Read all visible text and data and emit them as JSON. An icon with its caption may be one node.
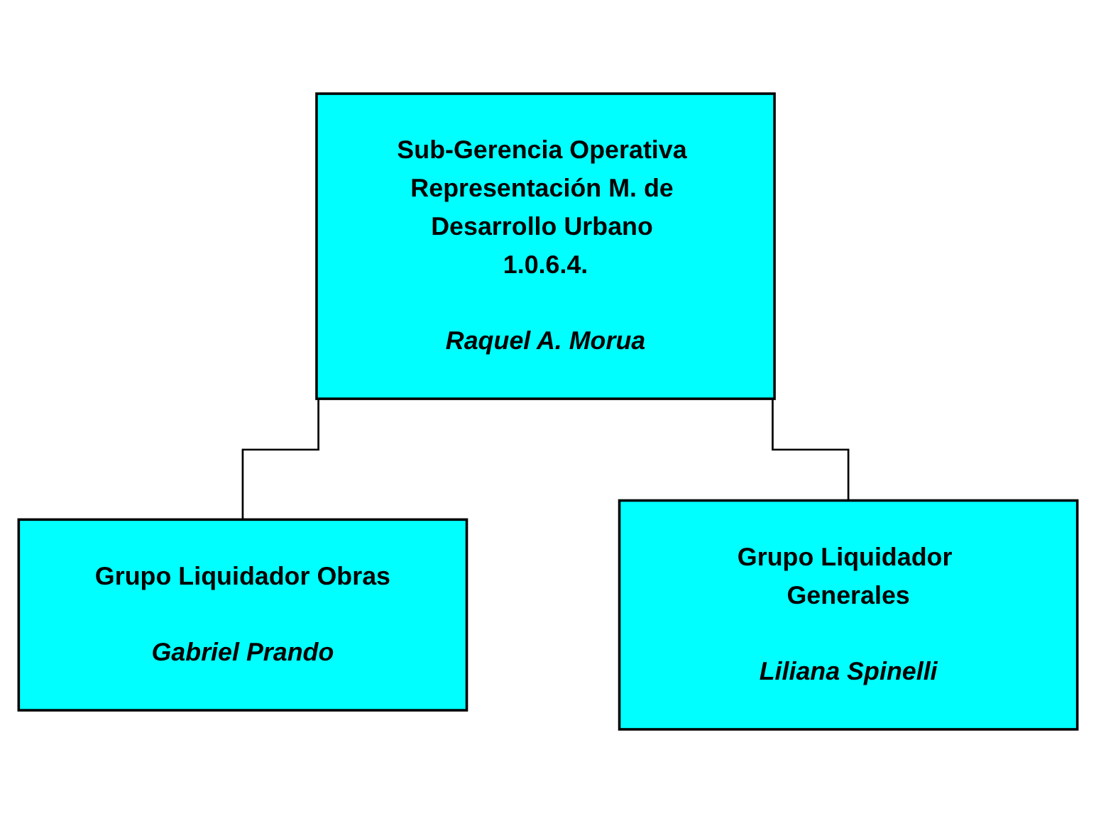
{
  "diagram": {
    "nodes": [
      {
        "text": [
          "Sub-Gerencia Operativa Representación M. de Desarrollo Urbano 1.0.6.4.",
          "Raquel A. Morua"
        ]
      },
      {
        "text": [
          "Grupo Liquidador Obras",
          "Gabriel Prando"
        ]
      },
      {
        "text": [
          "Grupo Liquidador Generales",
          "Liliana Spinelli"
        ]
      }
    ],
    "edges": [
      {
        "from": 0,
        "to": 1,
        "arrow": "none"
      },
      {
        "from": 0,
        "to": 2,
        "arrow": "none"
      }
    ]
  }
}
